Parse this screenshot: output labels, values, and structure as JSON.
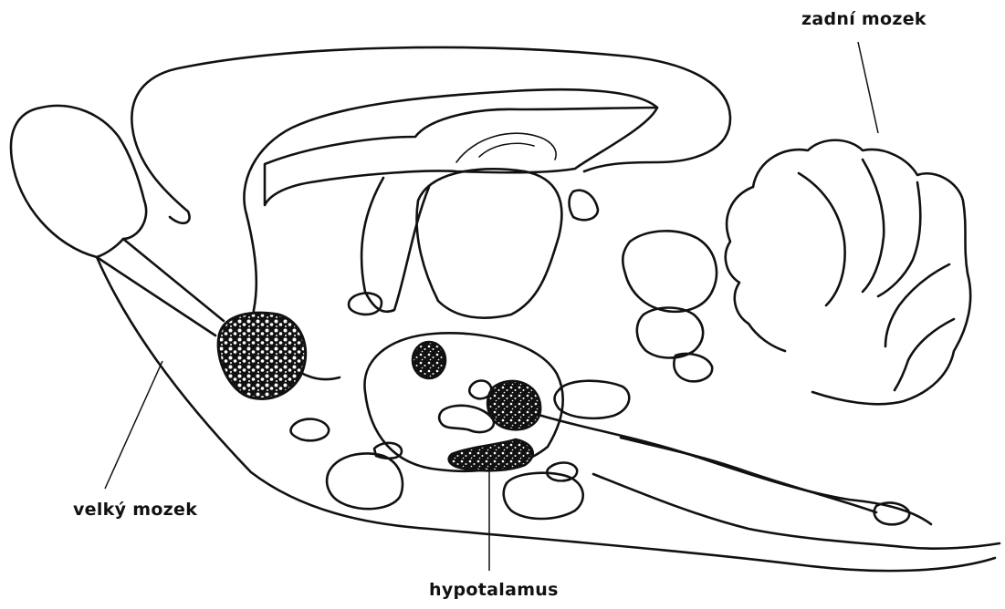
{
  "labels": {
    "hindbrain": "zadní mozek",
    "cerebrum": "velký mozek",
    "hypothalamus": "hypotalamus"
  },
  "colors": {
    "ink": "#111111",
    "background": "#ffffff",
    "speckle": "#ffffff"
  }
}
